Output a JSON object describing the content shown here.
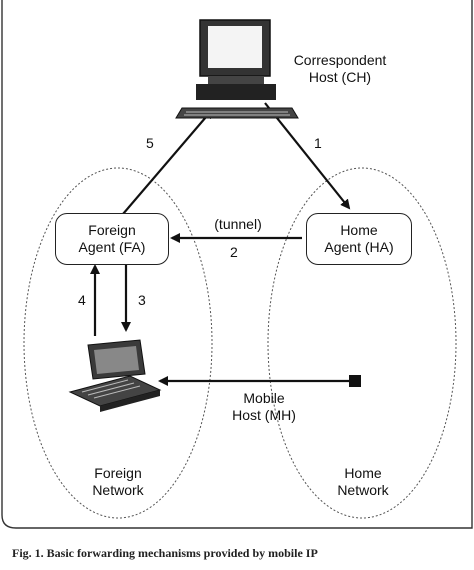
{
  "ch": {
    "line1": "Correspondent",
    "line2": "Host (CH)"
  },
  "fa": {
    "line1": "Foreign",
    "line2": "Agent (FA)"
  },
  "ha": {
    "line1": "Home",
    "line2": "Agent (HA)"
  },
  "mh": {
    "line1": "Mobile",
    "line2": "Host (MH)"
  },
  "tunnel": "(tunnel)",
  "steps": [
    "1",
    "2",
    "3",
    "4",
    "5"
  ],
  "networks": {
    "foreign": {
      "line1": "Foreign",
      "line2": "Network"
    },
    "home": {
      "line1": "Home",
      "line2": "Network"
    }
  },
  "caption": "Fig. 1. Basic forwarding mechanisms provided by mobile IP"
}
